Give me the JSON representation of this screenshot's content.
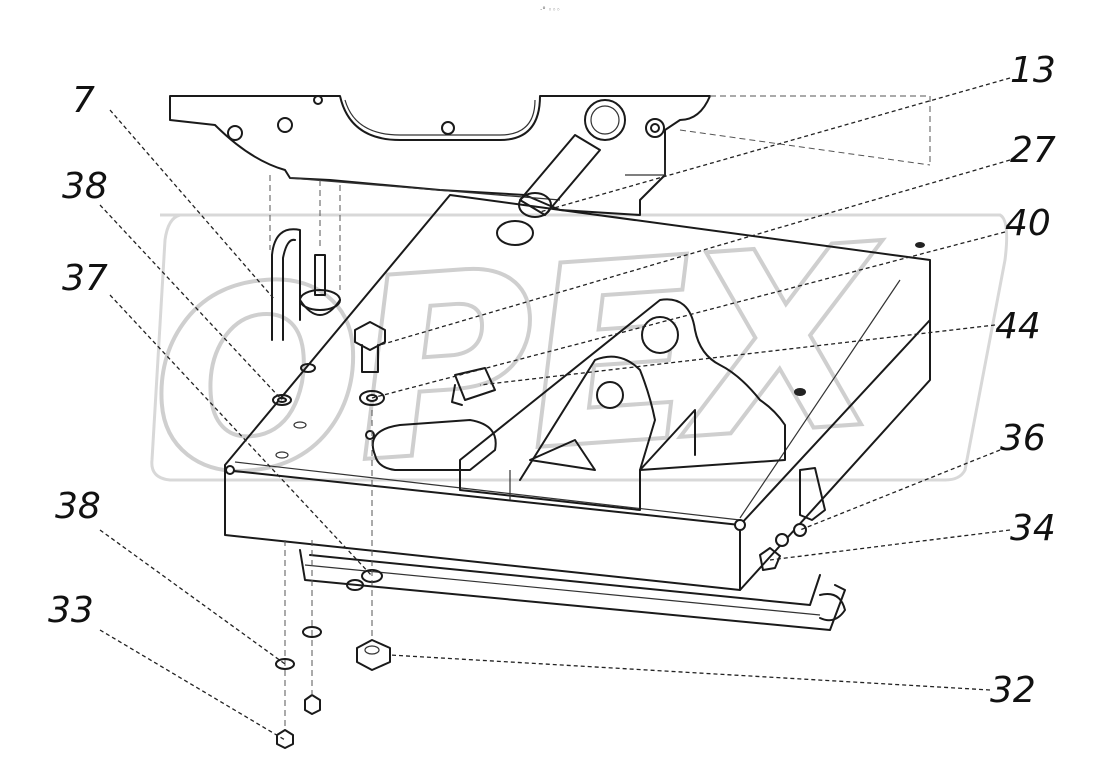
{
  "diagram": {
    "header_mark": "·° ◦◦◦",
    "watermark": "OPEX",
    "callouts": {
      "c13": "13",
      "c7": "7",
      "c27": "27",
      "c38a": "38",
      "c40": "40",
      "c37": "37",
      "c44": "44",
      "c36": "36",
      "c34": "34",
      "c38b": "38",
      "c33": "33",
      "c32": "32"
    }
  }
}
